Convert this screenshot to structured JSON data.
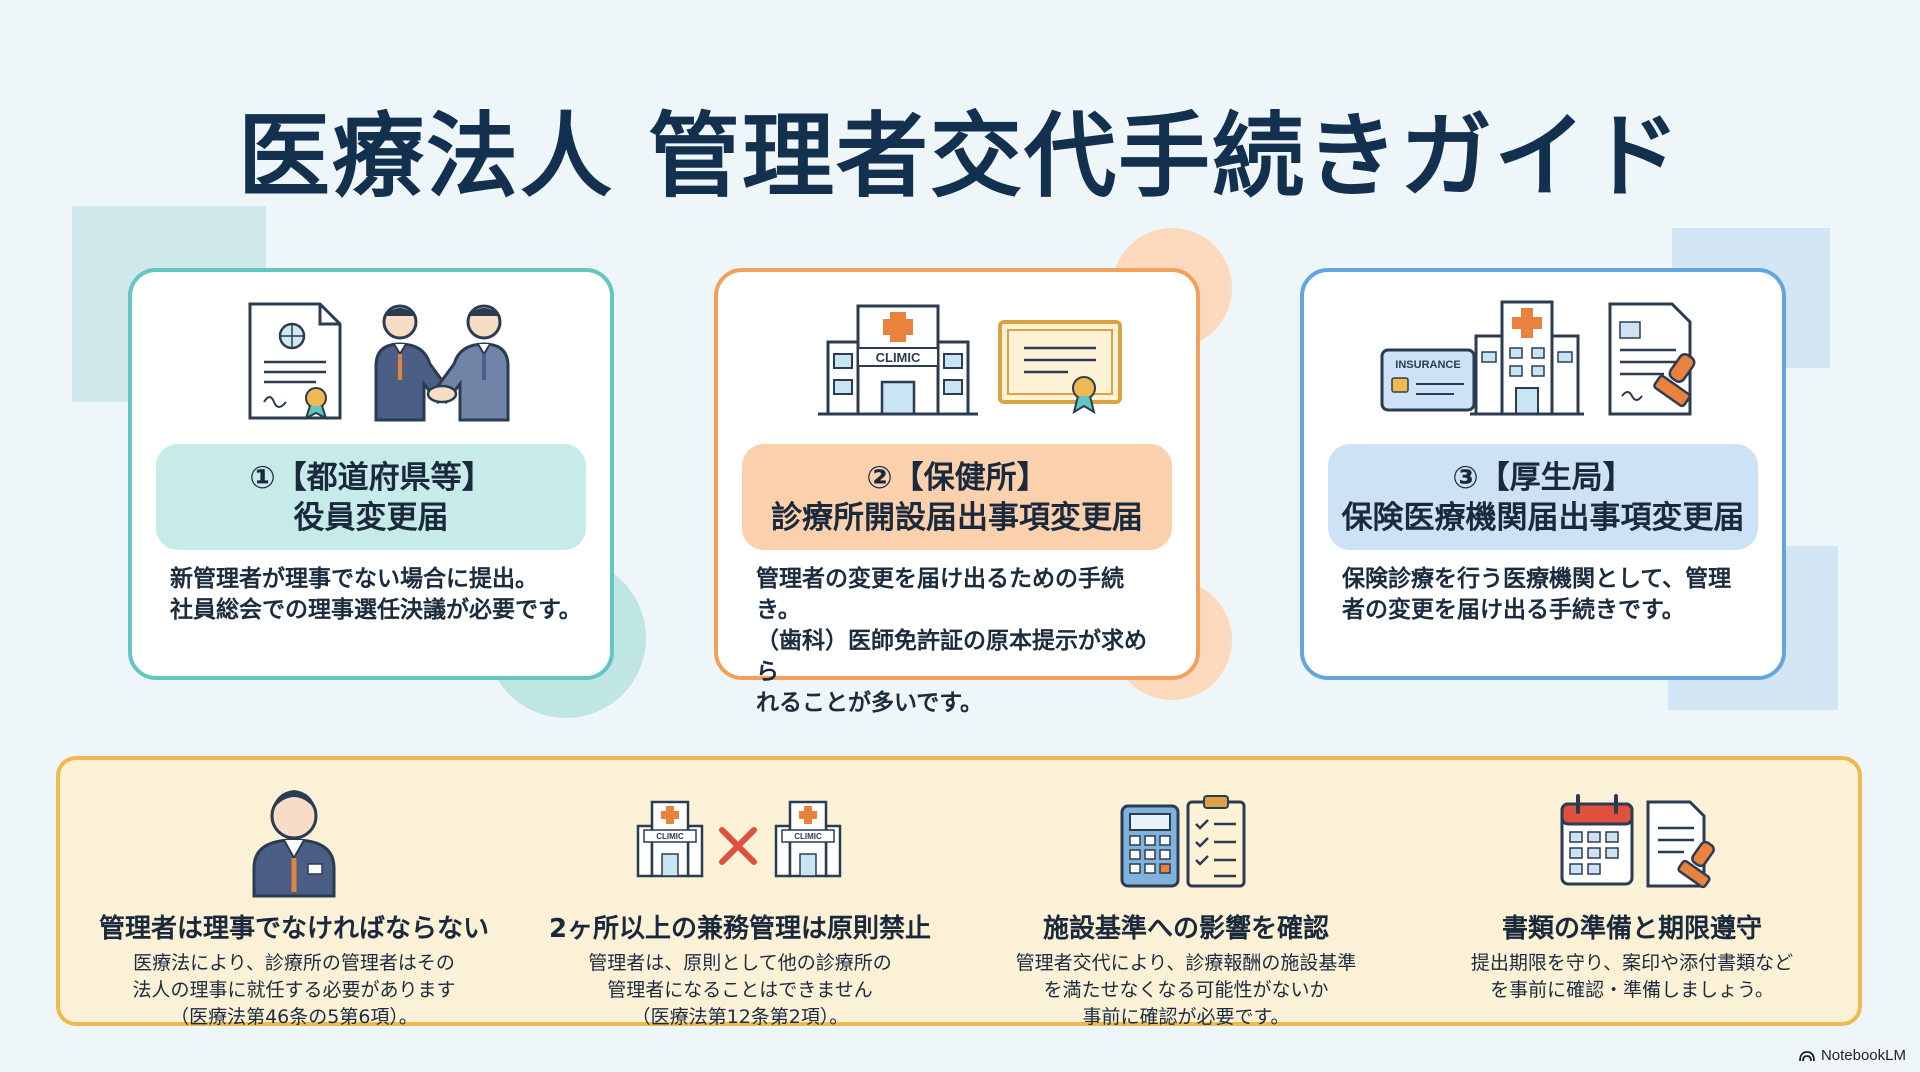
{
  "title": "医療法人 管理者交代手続きガイド",
  "colors": {
    "teal": "#63c6c1",
    "orange": "#f2a15c",
    "blue": "#63a6de",
    "gold": "#f0b94f",
    "navy": "#13304f"
  },
  "cards": [
    {
      "line1": "①【都道府県等】",
      "line2": "役員変更届",
      "desc": [
        "新管理者が理事でない場合に提出。",
        "社員総会での理事選任決議が必要です。"
      ],
      "icons": [
        "certificate-icon",
        "handshake-icon"
      ]
    },
    {
      "line1": "②【保健所】",
      "line2": "診療所開設届出事項変更届",
      "desc": [
        "管理者の変更を届け出るための手続き。",
        "（歯科）医師免許証の原本提示が求めら",
        "れることが多いです。"
      ],
      "clinic_sign": "CLIMIC",
      "icons": [
        "clinic-icon",
        "diploma-icon"
      ]
    },
    {
      "line1": "③【厚生局】",
      "line2": "保険医療機関届出事項変更届",
      "desc": [
        "保険診療を行う医療機関として、管理",
        "者の変更を届け出る手続きです。"
      ],
      "insurance_label": "INSURANCE",
      "icons": [
        "insurance-card-icon",
        "hospital-icon",
        "stamped-document-icon"
      ]
    }
  ],
  "notes": [
    {
      "heading": "管理者は理事でなければならない",
      "desc": [
        "医療法により、診療所の管理者はその",
        "法人の理事に就任する必要があります",
        "（医療法第46条の5第6項）。"
      ],
      "icon": "businessman-icon"
    },
    {
      "heading": "2ヶ所以上の兼務管理は原則禁止",
      "desc": [
        "管理者は、原則として他の診療所の",
        "管理者になることはできません",
        "（医療法第12条第2項）。"
      ],
      "clinic_sign": "CLIMIC",
      "icon": "clinic-cross-icon"
    },
    {
      "heading": "施設基準への影響を確認",
      "desc": [
        "管理者交代により、診療報酬の施設基準",
        "を満たせなくなる可能性がないか",
        "事前に確認が必要です。"
      ],
      "icon": "calculator-checklist-icon"
    },
    {
      "heading": "書類の準備と期限遵守",
      "desc": [
        "提出期限を守り、案印や添付書類など",
        "を事前に確認・準備しましょう。"
      ],
      "icon": "calendar-document-icon"
    }
  ],
  "brand": "NotebookLM"
}
